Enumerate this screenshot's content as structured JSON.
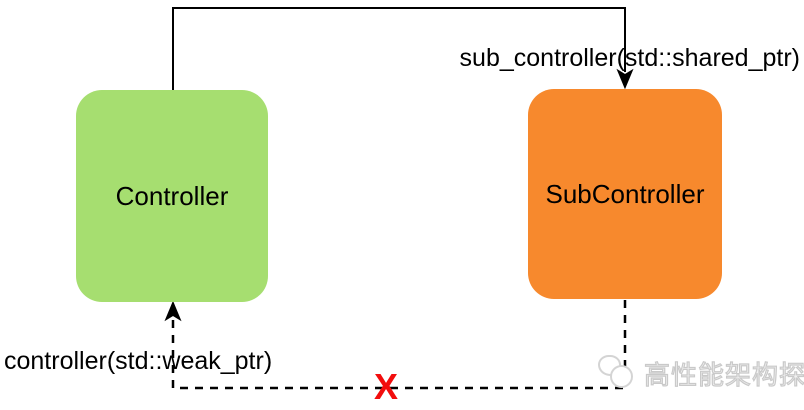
{
  "diagram": {
    "nodes": {
      "controller": {
        "label": "Controller",
        "fill": "#a6de70",
        "text_color": "#000000"
      },
      "sub_controller": {
        "label": "SubController",
        "fill": "#f7892d",
        "text_color": "#000000"
      }
    },
    "edges": {
      "shared_ptr": {
        "label": "sub_controller(std::shared_ptr)",
        "from": "Controller",
        "to": "SubController",
        "line_style": "solid",
        "color": "#000000"
      },
      "weak_ptr": {
        "label": "controller(std::weak_ptr)",
        "from": "SubController",
        "to": "Controller",
        "line_style": "dashed",
        "color": "#000000",
        "broken_marker": "X",
        "broken_marker_color": "#f20d0d"
      }
    },
    "watermark": {
      "icon": "wechat-bubbles-icon",
      "text": "高性能架构探索",
      "color": "#d4d4d4"
    }
  }
}
